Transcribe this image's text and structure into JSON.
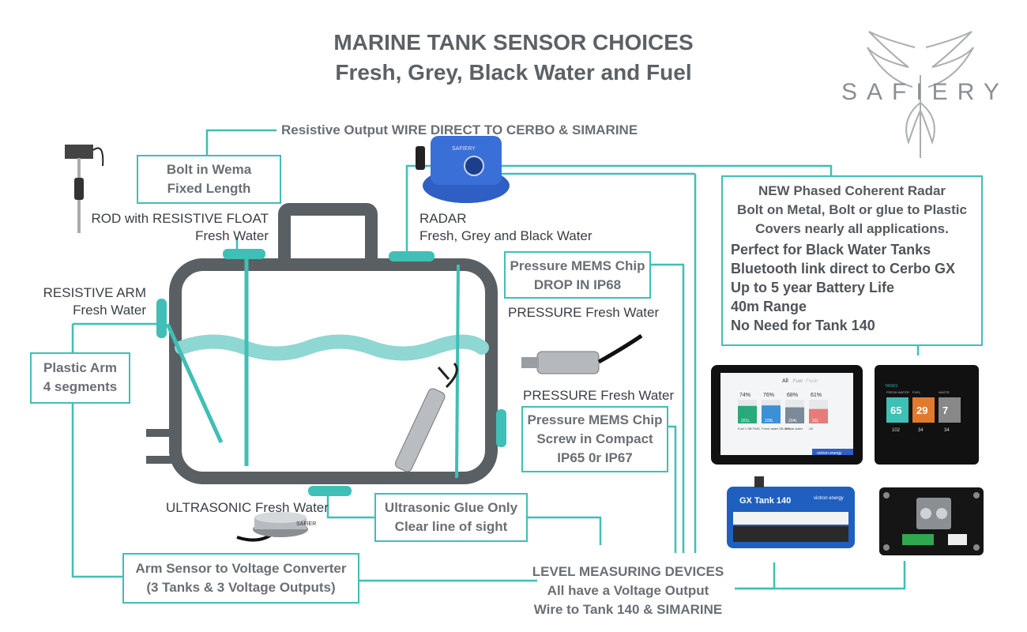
{
  "header": {
    "title": "MARINE TANK SENSOR CHOICES",
    "subtitle": "Fresh, Grey, Black Water and Fuel",
    "brand": "SAFIERY"
  },
  "top_line": "Resistive Output WIRE DIRECT TO CERBO & SIMARINE",
  "boxes": {
    "wema": [
      "Bolt in Wema",
      "Fixed Length"
    ],
    "plastic_arm": [
      "Plastic Arm",
      "4 segments"
    ],
    "mems_dropin": [
      "Pressure MEMS Chip",
      "DROP IN IP68"
    ],
    "mems_screw": [
      "Pressure MEMS Chip",
      "Screw in Compact",
      "IP65 0r IP67"
    ],
    "ultra_glue": [
      "Ultrasonic Glue Only",
      "Clear line of sight"
    ],
    "arm_converter": [
      "Arm Sensor to Voltage Converter",
      "(3 Tanks & 3 Voltage Outputs)"
    ],
    "radar_info": {
      "lines_center": [
        "NEW Phased Coherent Radar",
        "Bolt on Metal, Bolt or glue to Plastic",
        "Covers nearly all applications."
      ],
      "lines_left": [
        "Perfect for Black Water Tanks",
        "Bluetooth link direct to Cerbo GX",
        "Up to 5 year Battery Life",
        "40m Range",
        "No Need for Tank 140"
      ]
    }
  },
  "labels": {
    "rod": [
      "ROD with RESISTIVE FLOAT",
      "Fresh Water"
    ],
    "radar": [
      "RADAR",
      "Fresh, Grey and Black Water"
    ],
    "arm": [
      "RESISTIVE ARM",
      "Fresh Water"
    ],
    "pressure1": "PRESSURE Fresh Water",
    "pressure2": "PRESSURE Fresh Water",
    "ultrasonic": "ULTRASONIC Fresh Water",
    "level": [
      "LEVEL MEASURING DEVICES",
      "All have a Voltage Output",
      "Wire to Tank 140 & SIMARINE"
    ]
  },
  "devices": {
    "radar_sensor": "SAFIERY",
    "ultrasonic_sensor": "SAFIER",
    "cerbo": {
      "tabs": [
        "All",
        "Fuel",
        "Fresh"
      ],
      "tanks": [
        {
          "pct": "74%",
          "name": "Fuel 1 SB FWD",
          "vol": "321L",
          "color": "#2aa97a",
          "level": 0.74
        },
        {
          "pct": "76%",
          "name": "Fresh water SB AFT",
          "vol": "229L",
          "color": "#3d8fd6",
          "level": 0.76
        },
        {
          "pct": "68%",
          "name": "Waste water",
          "vol": "204L",
          "color": "#7a8a96",
          "level": 0.68
        },
        {
          "pct": "61%",
          "name": "Oil",
          "vol": "32L",
          "color": "#e57b7b",
          "level": 0.61
        }
      ],
      "brand": "victron energy"
    },
    "simarine": {
      "header": "TANKS",
      "cols": [
        "FRESH WATER",
        "FUEL",
        "WASTE"
      ],
      "values": [
        "65",
        "29",
        "7"
      ],
      "sub": [
        "102",
        "34",
        "34"
      ]
    },
    "tank140": {
      "name": "GX Tank 140",
      "brand": "victron energy"
    }
  },
  "colors": {
    "teal": "#3fbfb5",
    "tank": "#5a5f64",
    "text_box": "#6a6f75"
  }
}
